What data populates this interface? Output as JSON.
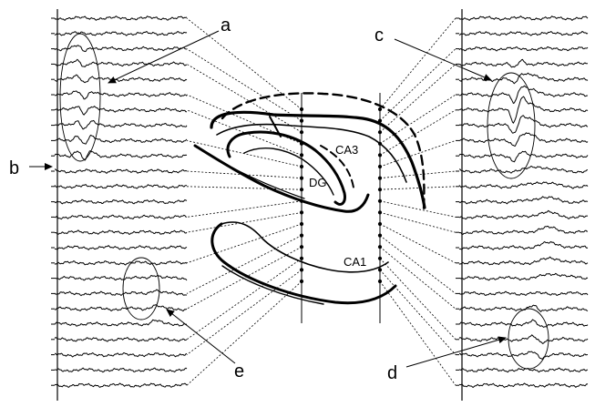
{
  "labels": {
    "a": "a",
    "b": "b",
    "c": "c",
    "d": "d",
    "e": "e",
    "ca3": "CA3",
    "dg": "DG",
    "ca1": "CA1"
  },
  "recording": {
    "traces_per_column": 25,
    "electrode_sites_per_shank": 16
  },
  "colors": {
    "ink": "#000000",
    "background": "#ffffff"
  }
}
